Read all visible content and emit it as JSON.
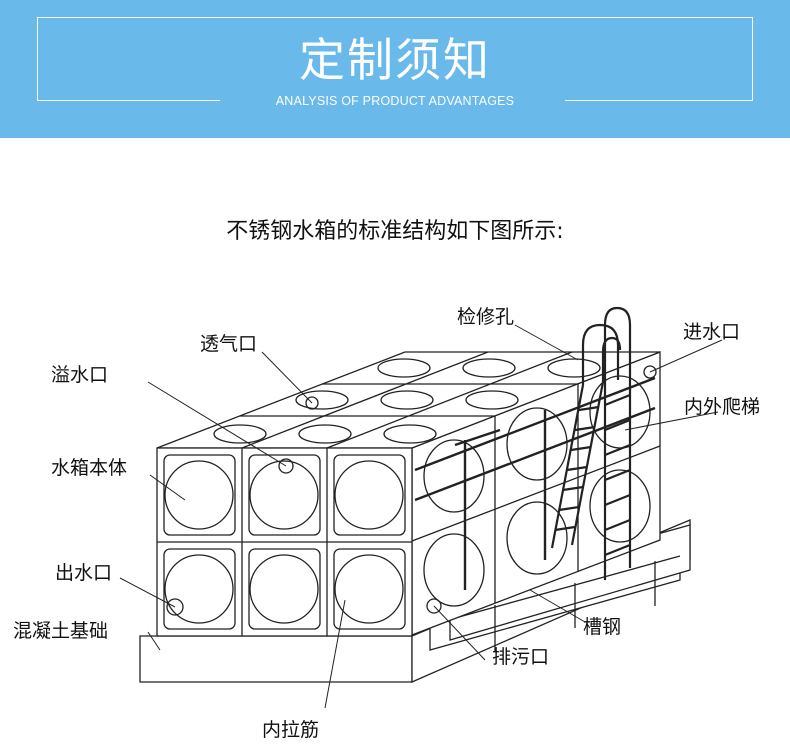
{
  "header": {
    "title": "定制须知",
    "subtitle": "ANALYSIS OF PRODUCT ADVANTAGES"
  },
  "caption": "不锈钢水箱的标准结构如下图所示:",
  "labels": {
    "overflow": "溢水口",
    "vent": "透气口",
    "manhole": "检修孔",
    "inlet": "进水口",
    "ladder": "内外爬梯",
    "body": "水箱本体",
    "outlet": "出水口",
    "foundation": "混凝土基础",
    "channel": "槽钢",
    "drain": "排污口",
    "tie_rod": "内拉筋"
  },
  "colors": {
    "banner": "#69b9ea",
    "line": "#222222"
  }
}
